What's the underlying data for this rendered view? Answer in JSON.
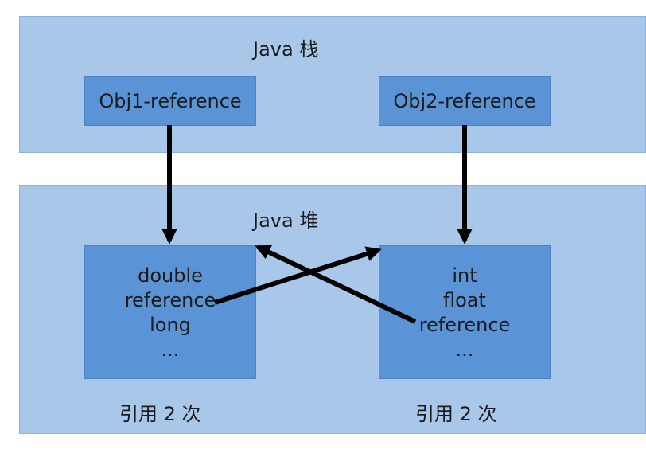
{
  "stack": {
    "title": "Java 栈",
    "refs": [
      "Obj1-reference",
      "Obj2-reference"
    ]
  },
  "heap": {
    "title": "Java 堆",
    "objects": [
      {
        "fields": [
          "double",
          "reference",
          "long",
          "..."
        ],
        "caption": "引用 2 次"
      },
      {
        "fields": [
          "int",
          "float",
          "reference",
          "..."
        ],
        "caption": "引用 2 次"
      }
    ]
  },
  "colors": {
    "panel": "#a9c8e9",
    "box": "#5a93d6",
    "arrow": "#000000"
  }
}
